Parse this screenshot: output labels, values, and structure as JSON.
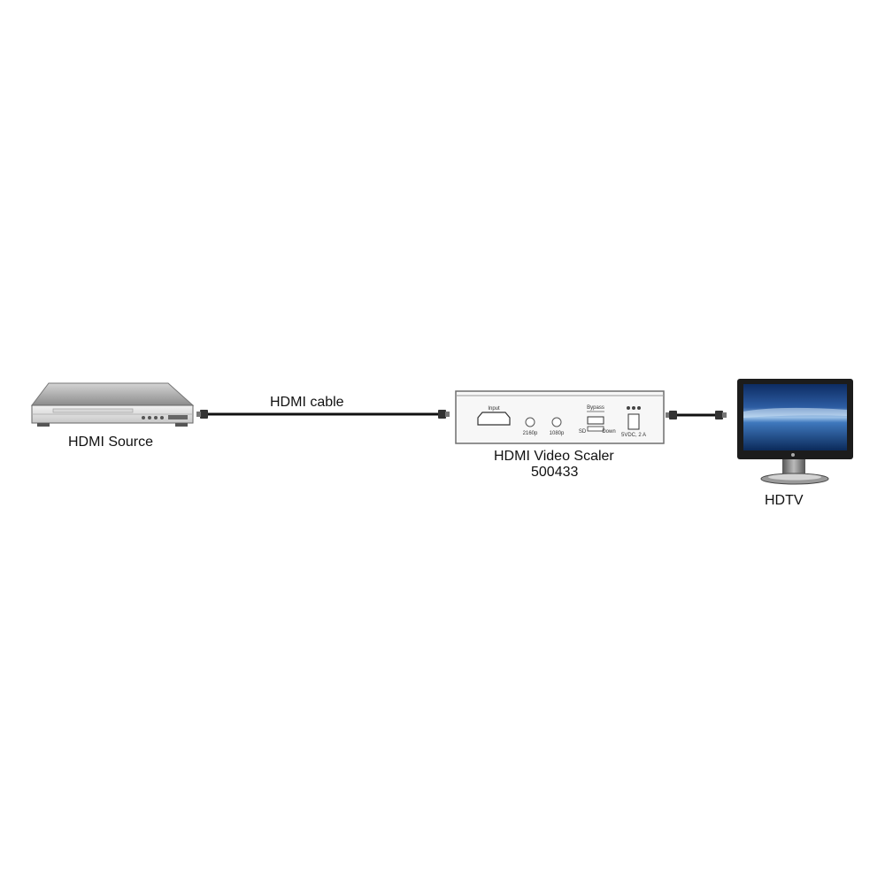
{
  "devices": {
    "source": {
      "label": "HDMI Source"
    },
    "scaler": {
      "name": "HDMI Video Scaler",
      "model": "500433",
      "panel": {
        "input_label": "Input",
        "led_2160p": "2160p",
        "led_1080p": "1080p",
        "switch_label": "Bypass",
        "switch_left": "SD",
        "switch_right": "Down",
        "power_label": "5VDC, 2 A"
      }
    },
    "display": {
      "label": "HDTV"
    }
  },
  "connections": {
    "source_to_scaler": {
      "label": "HDMI cable"
    }
  }
}
